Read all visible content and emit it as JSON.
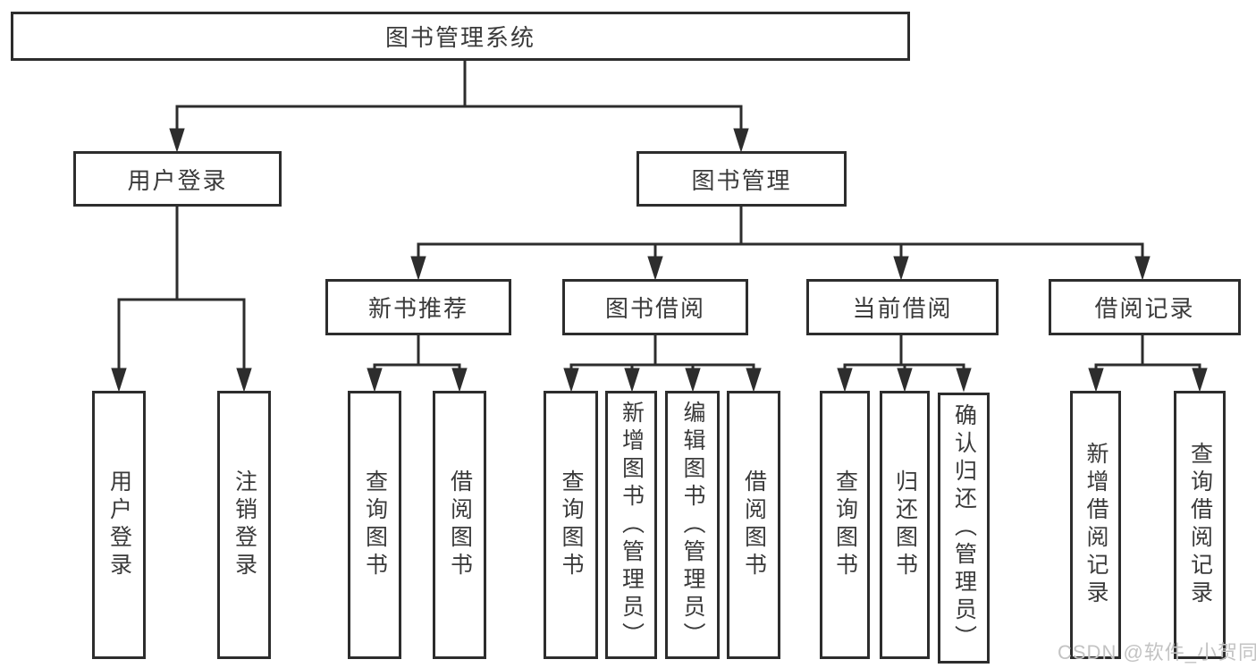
{
  "diagram": {
    "root": {
      "label": "图书管理系统"
    },
    "branches": [
      {
        "label": "用户登录",
        "children": [
          {
            "label": "用户登录"
          },
          {
            "label": "注销登录"
          }
        ]
      },
      {
        "label": "图书管理",
        "children": [
          {
            "label": "新书推荐",
            "children": [
              {
                "label": "查询图书"
              },
              {
                "label": "借阅图书"
              }
            ]
          },
          {
            "label": "图书借阅",
            "children": [
              {
                "label": "查询图书"
              },
              {
                "label": "新增图书（管理员）"
              },
              {
                "label": "编辑图书（管理员）"
              },
              {
                "label": "借阅图书"
              }
            ]
          },
          {
            "label": "当前借阅",
            "children": [
              {
                "label": "查询图书"
              },
              {
                "label": "归还图书"
              },
              {
                "label": "确认归还（管理员）"
              }
            ]
          },
          {
            "label": "借阅记录",
            "children": [
              {
                "label": "新增借阅记录"
              },
              {
                "label": "查询借阅记录"
              }
            ]
          }
        ]
      }
    ]
  },
  "watermark": {
    "text": "CSDN @软件_小贺同学"
  },
  "colors": {
    "line": "#2d2d2d",
    "text": "#3a3a3a",
    "watermark": "#c3c3c3"
  }
}
